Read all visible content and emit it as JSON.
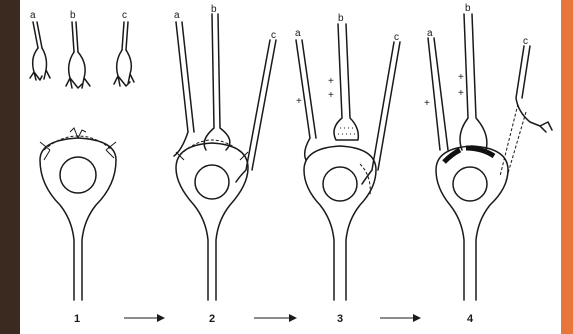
{
  "colors": {
    "left_border": "#3b2a20",
    "right_border": "#e8753a",
    "ink": "#1a1a1a"
  },
  "stages": [
    {
      "number": "1",
      "labels": [
        "a",
        "b",
        "c"
      ]
    },
    {
      "number": "2",
      "labels": [
        "a",
        "b",
        "c"
      ]
    },
    {
      "number": "3",
      "labels": [
        "a",
        "b",
        "c"
      ]
    },
    {
      "number": "4",
      "labels": [
        "a",
        "b",
        "c"
      ]
    }
  ]
}
